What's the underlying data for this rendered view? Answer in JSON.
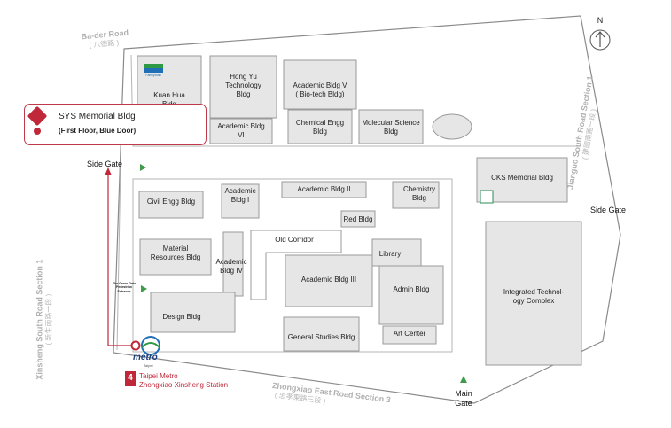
{
  "compass": {
    "label": "N"
  },
  "roads": {
    "north_en": "Ba-der Road",
    "north_cn": "( 八德路 )",
    "east_en": "Jianguo South Road Section 1",
    "east_cn": "( 建國南路一段 )",
    "west_en": "Xinsheng South Road Section 1",
    "west_cn": "( 新生南路一段 )",
    "south_en": "Zhongxiao East Road Section 3",
    "south_cn": "( 忠孝東路三段 )"
  },
  "gates": {
    "side_gate_west": "Side Gate",
    "side_gate_east": "Side Gate",
    "main_gate_1": "Main",
    "main_gate_2": "Gate"
  },
  "highlight": {
    "title": "SYS Memorial Bldg",
    "subtitle": "(First Floor, Blue Door)"
  },
  "buildings": {
    "kuan_hua": [
      "Kuan Hua",
      "Bldg"
    ],
    "familymart": "FamilyMart",
    "hong_yu": [
      "Hong Yu",
      "Technology",
      "Bldg"
    ],
    "acad_v": [
      "Academic Bldg V",
      "( Bio-tech Bldg)"
    ],
    "acad_vi": [
      "Academic Bldg",
      "VI"
    ],
    "chem_engg": [
      "Chemical Engg",
      "Bldg"
    ],
    "molecular": [
      "Molecular Science",
      "Bldg"
    ],
    "cks": "CKS Memorial Bldg",
    "civil": "Civil Engg Bldg",
    "acad_i": [
      "Academic",
      "Bldg I"
    ],
    "acad_ii": "Academic Bldg II",
    "chemistry": [
      "Chemistry",
      "Bldg"
    ],
    "red": "Red Bldg",
    "material": [
      "Material",
      "Resources Bldg"
    ],
    "acad_iv": [
      "Academic",
      "Bldg IV"
    ],
    "old_corridor": "Old Corridor",
    "library": "Library",
    "acad_iii": "Academic Bldg III",
    "admin": "Admin Bldg",
    "integrated": [
      "Integrated Technol-",
      "ogy Complex"
    ],
    "design": "Design Bldg",
    "general": "General Studies Bldg",
    "art": "Art Center",
    "green_gate": [
      "The Green Gate",
      "Pedestrian",
      "Entrance"
    ]
  },
  "metro": {
    "logo": "metro",
    "logo_sub": "Taipei",
    "exit_number": "4",
    "station_1": "Taipei Metro",
    "station_2": "Zhongxiao Xinsheng Station"
  },
  "colors": {
    "building_fill": "#e6e6e6",
    "building_stroke": "#9a9a9a",
    "highlight_fill": "#f4a3a8",
    "highlight_stroke": "#d9535f",
    "route": "#c0283a",
    "gate_marker": "#3f9a4a"
  }
}
